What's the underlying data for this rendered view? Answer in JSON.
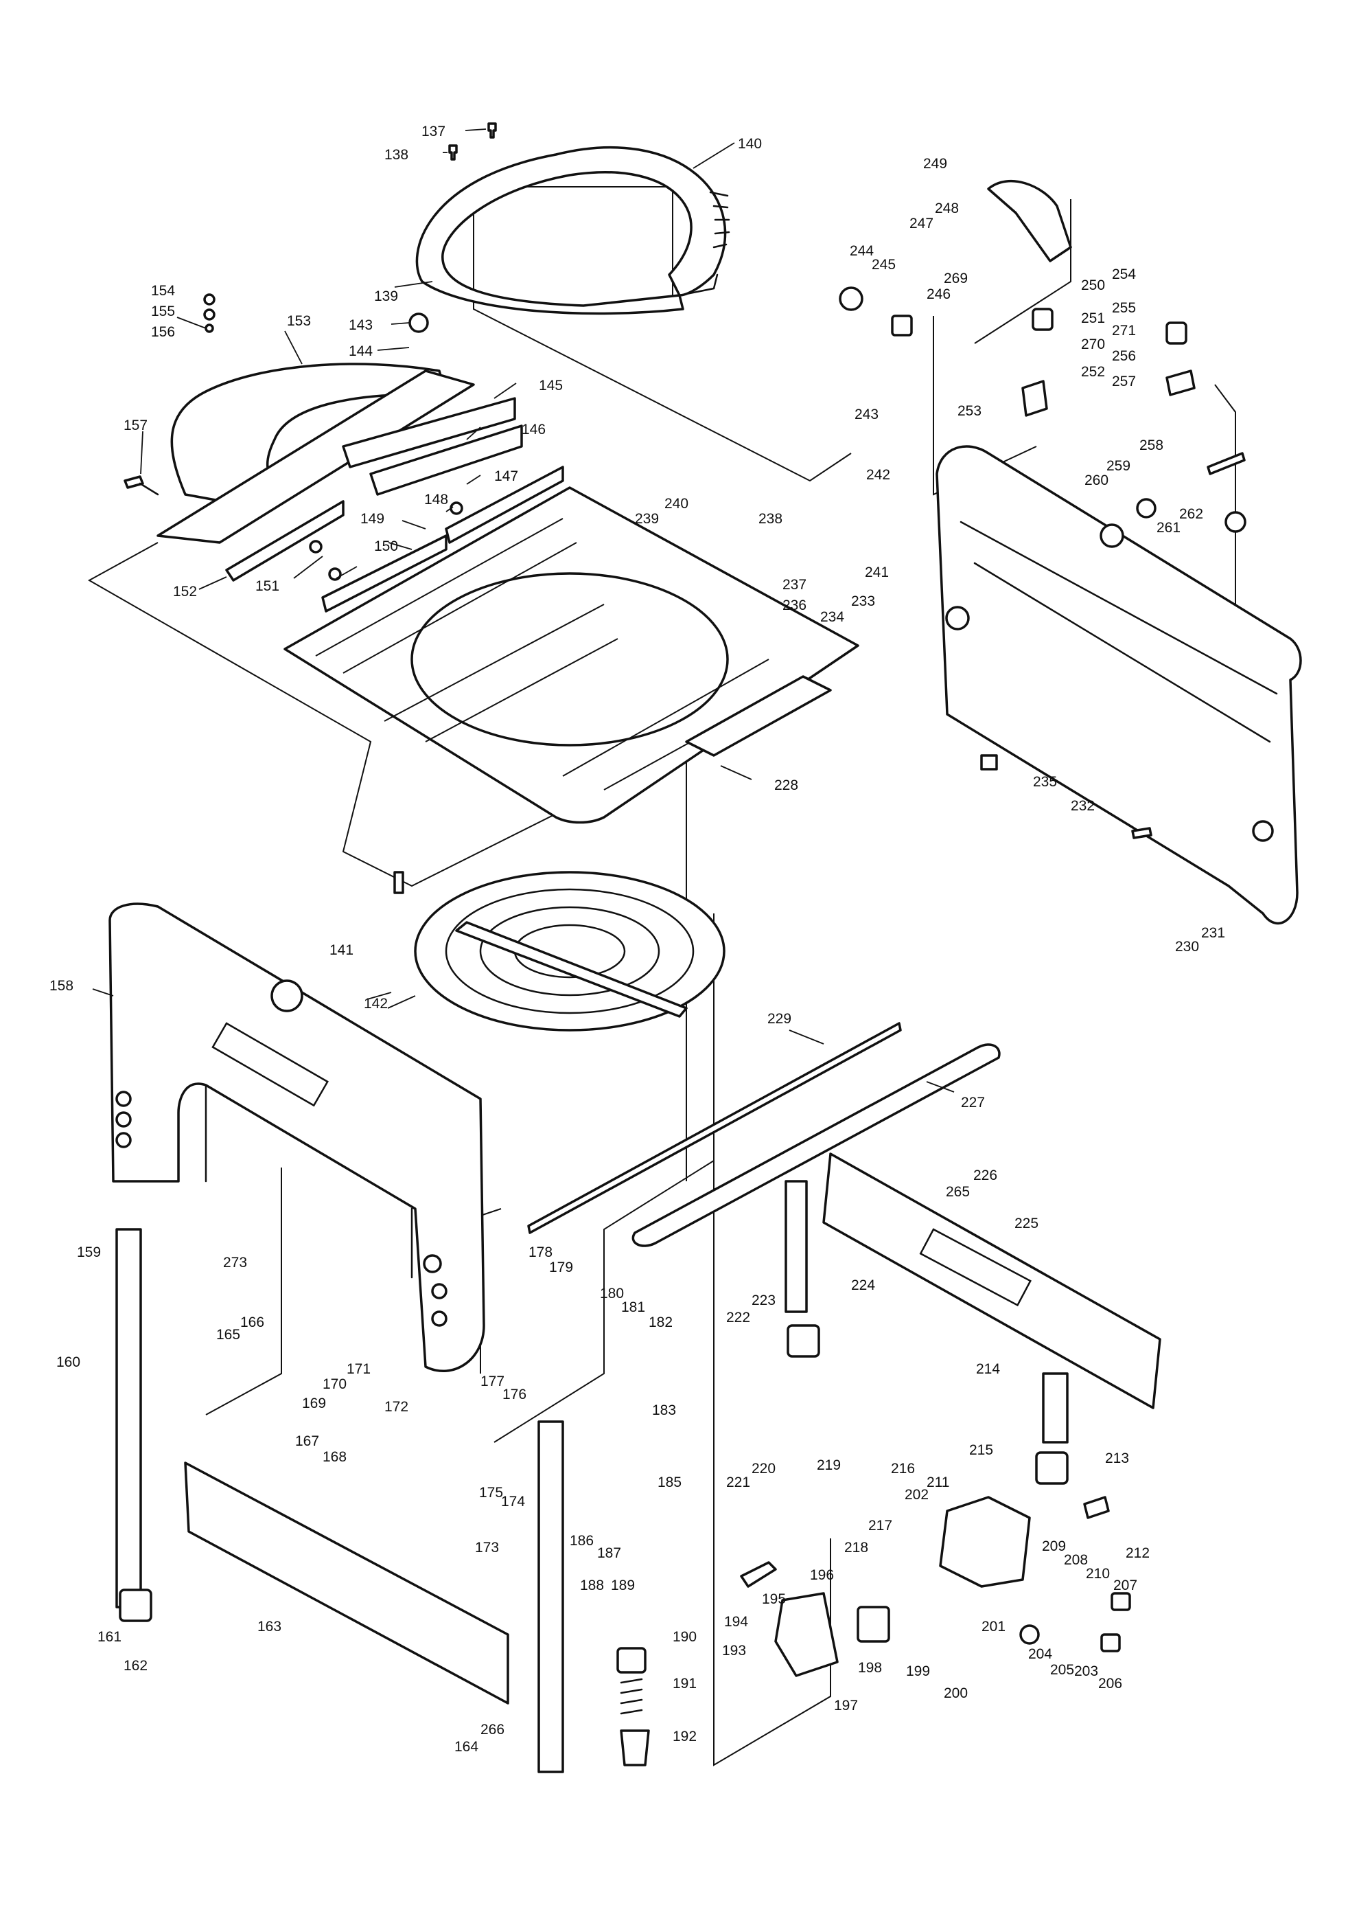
{
  "callouts": [
    {
      "id": "137",
      "part": "137"
    },
    {
      "id": "138",
      "part": "138"
    },
    {
      "id": "139",
      "part": "139"
    },
    {
      "id": "140",
      "part": "140"
    },
    {
      "id": "141",
      "part": "141"
    },
    {
      "id": "142",
      "part": "142"
    },
    {
      "id": "143",
      "part": "143"
    },
    {
      "id": "144",
      "part": "144"
    },
    {
      "id": "145",
      "part": "145"
    },
    {
      "id": "146",
      "part": "146"
    },
    {
      "id": "147",
      "part": "147"
    },
    {
      "id": "148",
      "part": "148"
    },
    {
      "id": "149",
      "part": "149"
    },
    {
      "id": "150",
      "part": "150"
    },
    {
      "id": "151",
      "part": "151"
    },
    {
      "id": "152",
      "part": "152"
    },
    {
      "id": "153",
      "part": "153"
    },
    {
      "id": "154",
      "part": "154"
    },
    {
      "id": "155",
      "part": "155"
    },
    {
      "id": "156",
      "part": "156"
    },
    {
      "id": "157",
      "part": "157"
    },
    {
      "id": "158",
      "part": "158"
    },
    {
      "id": "159",
      "part": "159"
    },
    {
      "id": "160",
      "part": "160"
    },
    {
      "id": "161",
      "part": "161"
    },
    {
      "id": "162",
      "part": "162"
    },
    {
      "id": "163",
      "part": "163"
    },
    {
      "id": "164",
      "part": "164"
    },
    {
      "id": "165",
      "part": "165"
    },
    {
      "id": "166",
      "part": "166"
    },
    {
      "id": "167",
      "part": "167"
    },
    {
      "id": "168",
      "part": "168"
    },
    {
      "id": "169",
      "part": "169"
    },
    {
      "id": "170",
      "part": "170"
    },
    {
      "id": "171",
      "part": "171"
    },
    {
      "id": "172",
      "part": "172"
    },
    {
      "id": "173",
      "part": "173"
    },
    {
      "id": "174",
      "part": "174"
    },
    {
      "id": "175",
      "part": "175"
    },
    {
      "id": "176",
      "part": "176"
    },
    {
      "id": "177",
      "part": "177"
    },
    {
      "id": "178",
      "part": "178"
    },
    {
      "id": "179",
      "part": "179"
    },
    {
      "id": "180",
      "part": "180"
    },
    {
      "id": "181",
      "part": "181"
    },
    {
      "id": "182",
      "part": "182"
    },
    {
      "id": "183",
      "part": "183"
    },
    {
      "id": "185",
      "part": "185"
    },
    {
      "id": "186",
      "part": "186"
    },
    {
      "id": "187",
      "part": "187"
    },
    {
      "id": "188",
      "part": "188"
    },
    {
      "id": "189",
      "part": "189"
    },
    {
      "id": "190",
      "part": "190"
    },
    {
      "id": "191",
      "part": "191"
    },
    {
      "id": "192",
      "part": "192"
    },
    {
      "id": "193",
      "part": "193"
    },
    {
      "id": "194",
      "part": "194"
    },
    {
      "id": "195",
      "part": "195"
    },
    {
      "id": "196",
      "part": "196"
    },
    {
      "id": "197",
      "part": "197"
    },
    {
      "id": "198",
      "part": "198"
    },
    {
      "id": "199",
      "part": "199"
    },
    {
      "id": "200",
      "part": "200"
    },
    {
      "id": "201",
      "part": "201"
    },
    {
      "id": "202",
      "part": "202"
    },
    {
      "id": "203",
      "part": "203"
    },
    {
      "id": "204",
      "part": "204"
    },
    {
      "id": "205",
      "part": "205"
    },
    {
      "id": "206",
      "part": "206"
    },
    {
      "id": "207",
      "part": "207"
    },
    {
      "id": "208",
      "part": "208"
    },
    {
      "id": "209",
      "part": "209"
    },
    {
      "id": "210",
      "part": "210"
    },
    {
      "id": "211",
      "part": "211"
    },
    {
      "id": "212",
      "part": "212"
    },
    {
      "id": "213",
      "part": "213"
    },
    {
      "id": "214",
      "part": "214"
    },
    {
      "id": "215",
      "part": "215"
    },
    {
      "id": "216",
      "part": "216"
    },
    {
      "id": "217",
      "part": "217"
    },
    {
      "id": "218",
      "part": "218"
    },
    {
      "id": "219",
      "part": "219"
    },
    {
      "id": "220",
      "part": "220"
    },
    {
      "id": "221",
      "part": "221"
    },
    {
      "id": "222",
      "part": "222"
    },
    {
      "id": "223",
      "part": "223"
    },
    {
      "id": "224",
      "part": "224"
    },
    {
      "id": "225",
      "part": "225"
    },
    {
      "id": "226",
      "part": "226"
    },
    {
      "id": "227",
      "part": "227"
    },
    {
      "id": "228",
      "part": "228"
    },
    {
      "id": "229",
      "part": "229"
    },
    {
      "id": "230",
      "part": "230"
    },
    {
      "id": "231",
      "part": "231"
    },
    {
      "id": "232",
      "part": "232"
    },
    {
      "id": "233",
      "part": "233"
    },
    {
      "id": "234",
      "part": "234"
    },
    {
      "id": "235",
      "part": "235"
    },
    {
      "id": "236",
      "part": "236"
    },
    {
      "id": "237",
      "part": "237"
    },
    {
      "id": "238",
      "part": "238"
    },
    {
      "id": "239",
      "part": "239"
    },
    {
      "id": "240",
      "part": "240"
    },
    {
      "id": "241",
      "part": "241"
    },
    {
      "id": "242",
      "part": "242"
    },
    {
      "id": "243",
      "part": "243"
    },
    {
      "id": "244",
      "part": "244"
    },
    {
      "id": "245",
      "part": "245"
    },
    {
      "id": "246",
      "part": "246"
    },
    {
      "id": "247",
      "part": "247"
    },
    {
      "id": "248",
      "part": "248"
    },
    {
      "id": "249",
      "part": "249"
    },
    {
      "id": "250",
      "part": "250"
    },
    {
      "id": "251",
      "part": "251"
    },
    {
      "id": "252",
      "part": "252"
    },
    {
      "id": "253",
      "part": "253"
    },
    {
      "id": "254",
      "part": "254"
    },
    {
      "id": "255",
      "part": "255"
    },
    {
      "id": "256",
      "part": "256"
    },
    {
      "id": "257",
      "part": "257"
    },
    {
      "id": "258",
      "part": "258"
    },
    {
      "id": "259",
      "part": "259"
    },
    {
      "id": "260",
      "part": "260"
    },
    {
      "id": "261",
      "part": "261"
    },
    {
      "id": "262",
      "part": "262"
    },
    {
      "id": "265",
      "part": "265"
    },
    {
      "id": "266",
      "part": "266"
    },
    {
      "id": "269",
      "part": "269"
    },
    {
      "id": "270",
      "part": "270"
    },
    {
      "id": "271",
      "part": "271"
    },
    {
      "id": "273",
      "part": "273"
    }
  ]
}
